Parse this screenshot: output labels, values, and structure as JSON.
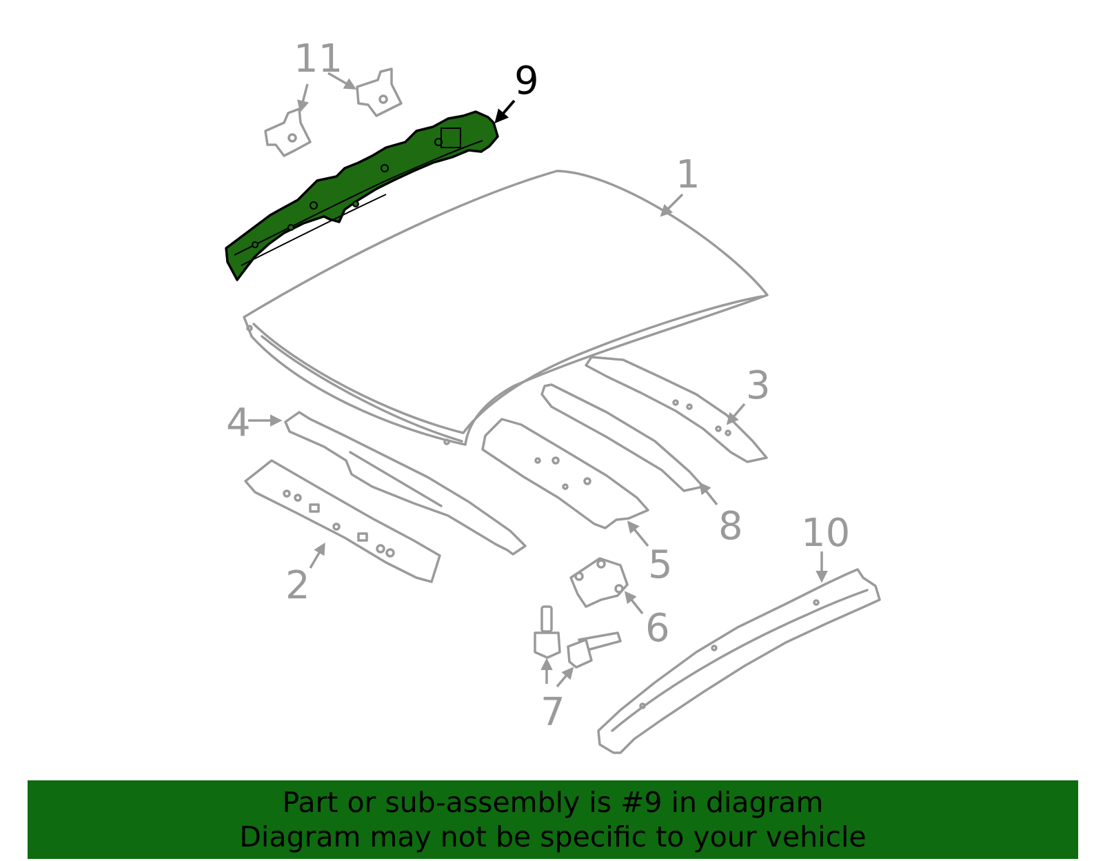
{
  "diagram": {
    "colors": {
      "highlight_fill": "#1e6b12",
      "outline": "#9a9a9a",
      "highlight_label": "#000000",
      "banner": "#0f6b0f"
    },
    "callouts": [
      {
        "id": "1",
        "label": "1",
        "highlighted": false
      },
      {
        "id": "2",
        "label": "2",
        "highlighted": false
      },
      {
        "id": "3",
        "label": "3",
        "highlighted": false
      },
      {
        "id": "4",
        "label": "4",
        "highlighted": false
      },
      {
        "id": "5",
        "label": "5",
        "highlighted": false
      },
      {
        "id": "6",
        "label": "6",
        "highlighted": false
      },
      {
        "id": "7",
        "label": "7",
        "highlighted": false
      },
      {
        "id": "8",
        "label": "8",
        "highlighted": false
      },
      {
        "id": "9",
        "label": "9",
        "highlighted": true
      },
      {
        "id": "10",
        "label": "10",
        "highlighted": false
      },
      {
        "id": "11",
        "label": "11",
        "highlighted": false
      }
    ]
  },
  "banner": {
    "line1": "Part or sub-assembly is #9 in diagram",
    "line2": "Diagram may not be specific to your vehicle"
  }
}
